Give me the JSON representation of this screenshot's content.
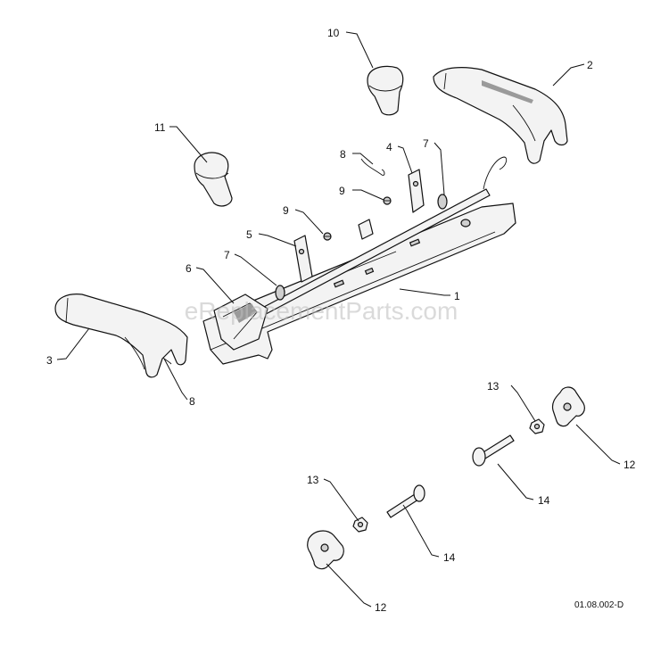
{
  "watermark": "eReplacementParts.com",
  "drawing_code": "01.08.002-D",
  "callouts": {
    "c1": "1",
    "c2": "2",
    "c3": "3",
    "c4": "4",
    "c5": "5",
    "c6": "6",
    "c7a": "7",
    "c7b": "7",
    "c8a": "8",
    "c8b": "8",
    "c9a": "9",
    "c9b": "9",
    "c10": "10",
    "c11": "11",
    "c12a": "12",
    "c12b": "12",
    "c13a": "13",
    "c13b": "13",
    "c14a": "14",
    "c14b": "14"
  }
}
